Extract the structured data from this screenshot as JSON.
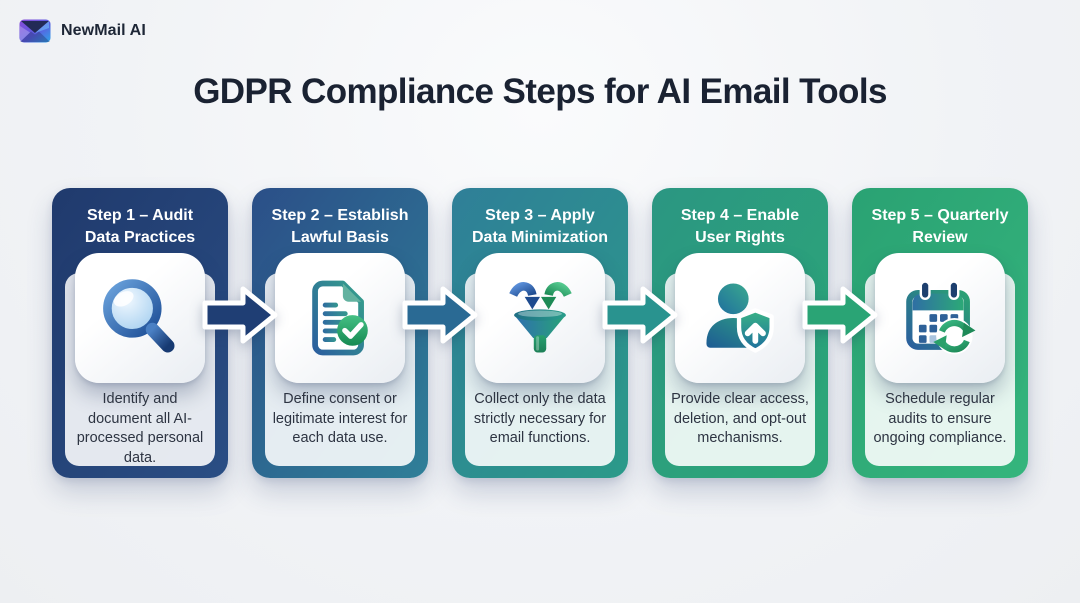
{
  "brand": {
    "name": "NewMail AI"
  },
  "heading": "GDPR Compliance Steps for AI Email Tools",
  "steps": [
    {
      "title_line1": "Step 1 – Audit",
      "title_line2": "Data Practices",
      "description": "Identify and document all AI-processed personal data.",
      "icon": "magnifying-glass-icon",
      "gradient": [
        "#203a6d",
        "#2a4e84"
      ]
    },
    {
      "title_line1": "Step 2 – Establish",
      "title_line2": "Lawful Basis",
      "description": "Define consent or legitimate interest for each data use.",
      "icon": "document-check-icon",
      "gradient": [
        "#2b4f88",
        "#2f7f98"
      ]
    },
    {
      "title_line1": "Step 3 – Apply",
      "title_line2": "Data Minimization",
      "description": "Collect only the data strictly necessary for email functions.",
      "icon": "funnel-icon",
      "gradient": [
        "#2f7f98",
        "#2b9a89"
      ]
    },
    {
      "title_line1": "Step 4 – Enable",
      "title_line2": "User Rights",
      "description": "Provide clear access, deletion, and opt-out mechanisms.",
      "icon": "user-shield-icon",
      "gradient": [
        "#2b9682",
        "#2ca877"
      ]
    },
    {
      "title_line1": "Step 5 – Quarterly",
      "title_line2": "Review",
      "description": "Schedule regular audits to ensure ongoing compliance.",
      "icon": "calendar-refresh-icon",
      "gradient": [
        "#2aa273",
        "#35b57d"
      ]
    }
  ],
  "arrows": [
    {
      "color": "#1f3e74"
    },
    {
      "color": "#2a6a94"
    },
    {
      "color": "#29938f"
    },
    {
      "color": "#2aa475"
    }
  ],
  "colors": {
    "background": "#f1f3f6",
    "heading_text": "#1a2232",
    "card_title_text": "#ffffff",
    "card_body_text": "#2d3442",
    "panel": "rgba(255,255,255,0.88)"
  }
}
